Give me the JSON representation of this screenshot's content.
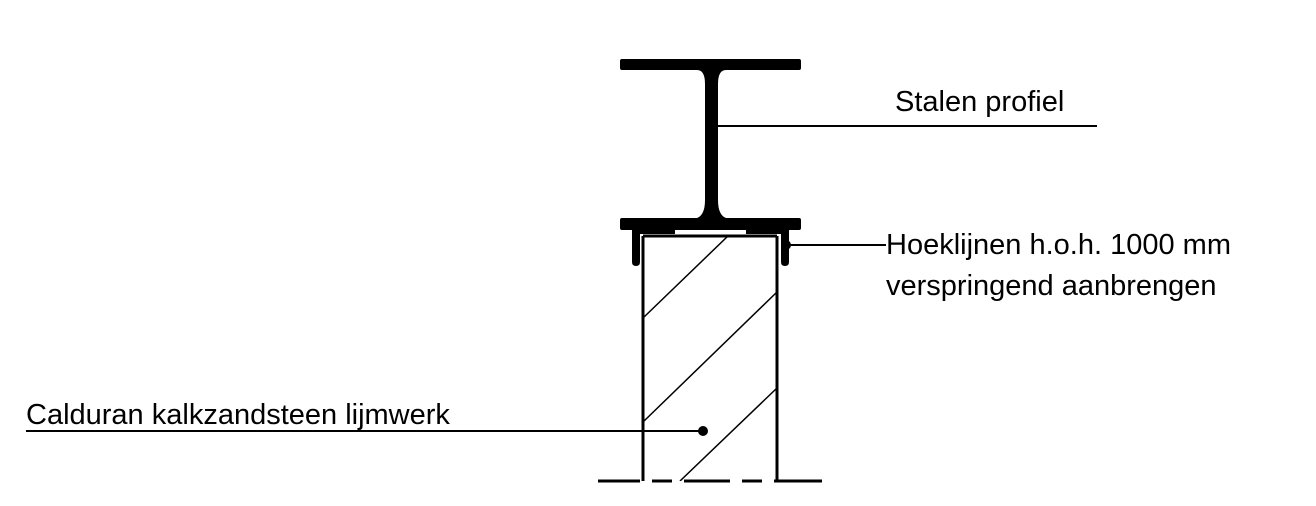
{
  "labels": {
    "steel_profile": "Stalen profiel",
    "angles_line1": "Hoeklijnen h.o.h. 1000 mm",
    "angles_line2": "verspringend aanbrengen",
    "wall": "Calduran kalkzandsteen lijmwerk"
  },
  "colors": {
    "ink": "#000000",
    "background": "#ffffff"
  }
}
